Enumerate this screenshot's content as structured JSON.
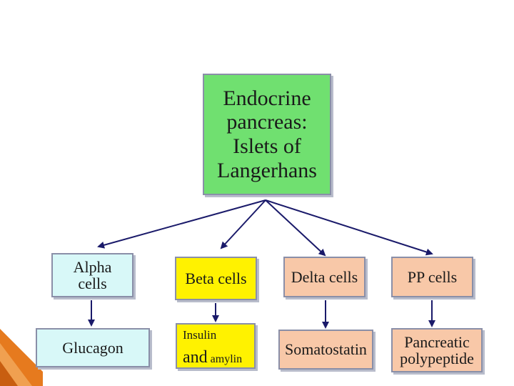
{
  "root": {
    "lines": [
      "Endocrine",
      "pancreas:",
      "Islets of",
      "Langerhans"
    ],
    "color": "#70e070"
  },
  "cells": {
    "alpha": {
      "lines": [
        "Alpha",
        "cells"
      ]
    },
    "beta": {
      "label": "Beta cells"
    },
    "delta": {
      "label": "Delta cells"
    },
    "pp": {
      "label": "PP cells"
    }
  },
  "products": {
    "glucagon": "Glucagon",
    "insulin": {
      "line1": "Insulin",
      "and": "and",
      "amylin": "amylin"
    },
    "somatostatin": "Somatostatin",
    "pancreatic_polypeptide": {
      "lines": [
        "Pancreatic",
        "polypeptide"
      ]
    }
  },
  "colors": {
    "alpha": "#d8f8f8",
    "beta": "#fff200",
    "delta": "#f8c8a8",
    "pp": "#f8c8a8",
    "arrow": "#1a1a6a",
    "decor": "#e67a1e"
  }
}
